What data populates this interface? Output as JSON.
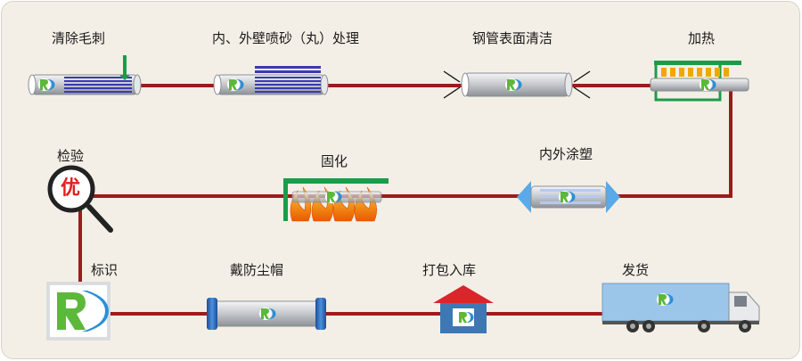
{
  "steps": {
    "deburr": "清除毛刺",
    "sandblast": "内、外壁喷砂（丸）处理",
    "clean": "钢管表面清洁",
    "heat": "加热",
    "coat": "内外涂塑",
    "cure": "固化",
    "inspect": "检验",
    "mark": "标识",
    "cap": "戴防尘帽",
    "pack": "打包入库",
    "ship": "发货"
  },
  "inspect_badge": "优",
  "colors": {
    "flow_line": "#9b1c1c",
    "pipe": "#d4d7db",
    "logo_green": "#5cb83a",
    "logo_blue": "#2a8fd8",
    "flame": "#f08a00",
    "truck_body": "#9bc6ea",
    "house_roof": "#d9262a",
    "house_wall": "#3d78b4"
  }
}
